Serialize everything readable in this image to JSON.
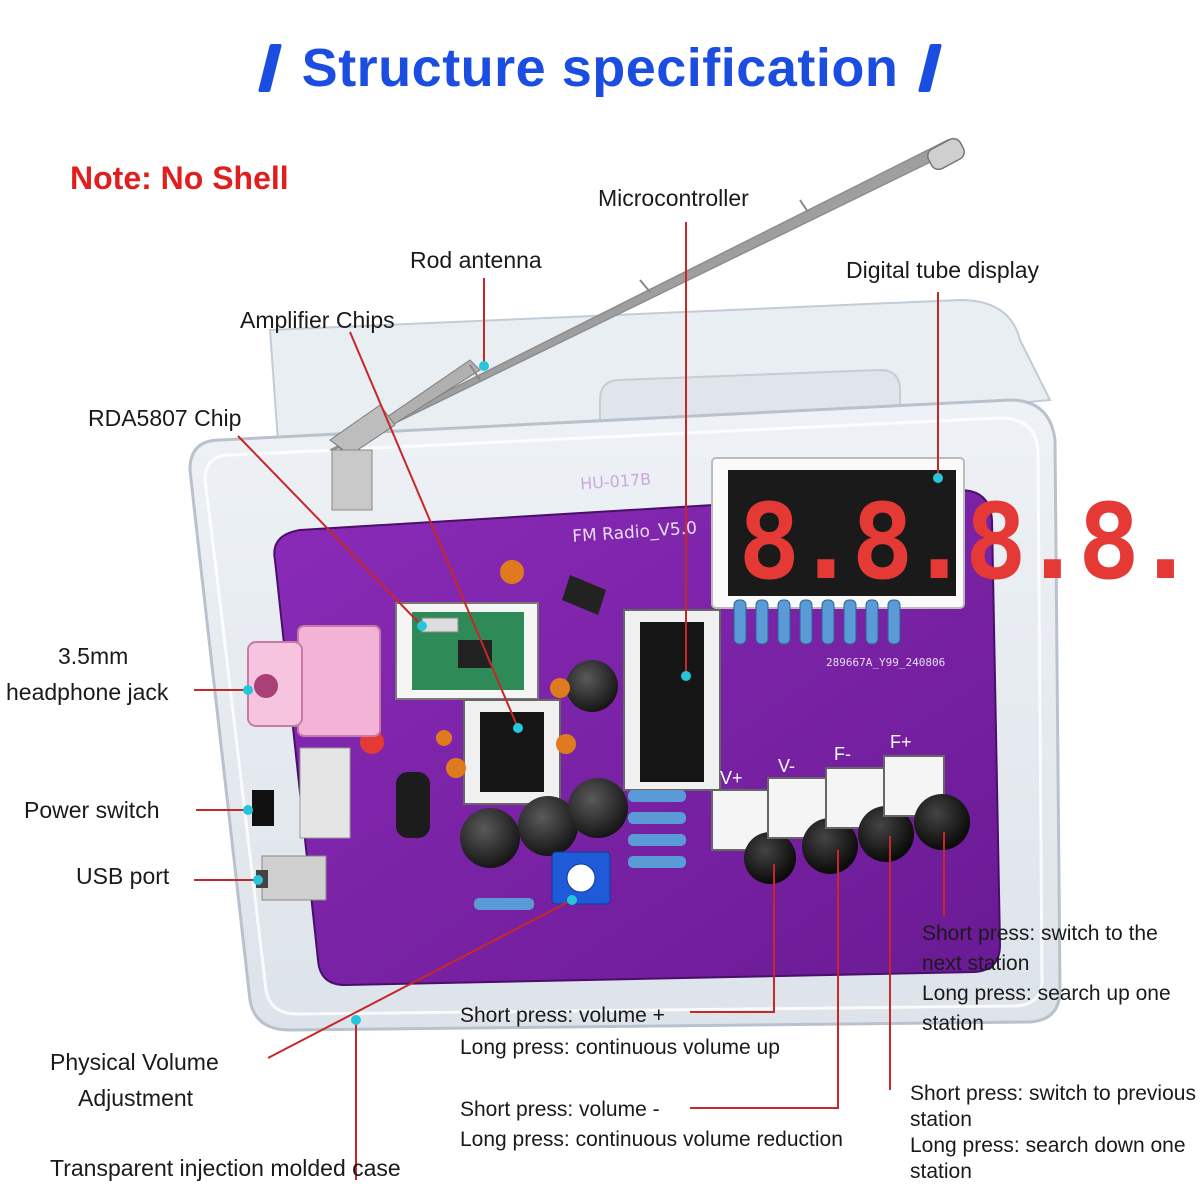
{
  "header": {
    "title": "Structure specification",
    "note": "Note:  No Shell"
  },
  "labels": {
    "microcontroller": "Microcontroller",
    "rod_antenna": "Rod antenna",
    "digital_tube_display": "Digital tube display",
    "amplifier_chips": "Amplifier Chips",
    "rda5807_chip": "RDA5807 Chip",
    "headphone_jack_line1": "3.5mm",
    "headphone_jack_line2": "headphone jack",
    "power_switch": "Power switch",
    "usb_port": "USB port",
    "physical_volume_line1": "Physical Volume",
    "physical_volume_line2": "Adjustment",
    "transparent_case": "Transparent injection molded case"
  },
  "board": {
    "board_name": "HU-017B",
    "fm_radio": "FM Radio_V5.0",
    "serial": "289667A_Y99_240806",
    "display_digits": "8.8.8.8.",
    "button_vplus": "V+",
    "button_vminus": "V-",
    "button_fminus": "F-",
    "button_fplus": "F+"
  },
  "annotations": {
    "vplus_short": "Short press: volume +",
    "vplus_long": "Long press: continuous volume up",
    "vminus_short": "Short press: volume -",
    "vminus_long": "Long press: continuous volume reduction",
    "fplus_short_1": "Short press: switch to the",
    "fplus_short_2": "next station",
    "fplus_long_1": "Long press: search up one",
    "fplus_long_2": "station",
    "fminus_short_1": "Short press: switch to previous",
    "fminus_short_2": "station",
    "fminus_long_1": "Long press: search down one",
    "fminus_long_2": "station"
  },
  "colors": {
    "title_blue": "#1b4de0",
    "note_red": "#e01e1e",
    "pcb_purple": "#7a1fa6",
    "leader_red": "#c62828",
    "display_red": "#e53935"
  }
}
